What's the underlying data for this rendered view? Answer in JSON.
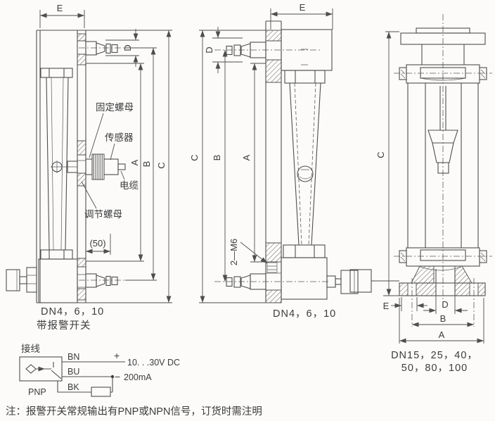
{
  "colors": {
    "line": "#4e4e4e",
    "text": "#3c3c3c",
    "background": "#fcfbfa"
  },
  "drawing1": {
    "dims": {
      "e": "E",
      "d": "D",
      "a": "A",
      "b": "B",
      "c": "C",
      "ref50": "(50)"
    },
    "parts": {
      "fixing_nut": "固定螺母",
      "sensor": "传感器",
      "cable": "电缆",
      "adjusting_nut": "调节螺母"
    },
    "caption": "DN4，6，10",
    "subcaption": "带报警开关"
  },
  "drawing2": {
    "dims": {
      "e": "E",
      "d": "D",
      "a": "A",
      "b": "B",
      "c": "C"
    },
    "thread_note": "2—M6",
    "caption": "DN4，6，10"
  },
  "drawing3": {
    "dims": {
      "e": "E",
      "d": "D",
      "a": "A",
      "b": "B",
      "c": "C"
    },
    "caption_line1": "DN15，25，40，",
    "caption_line2": "50，80，100"
  },
  "wiring": {
    "title": "接线",
    "switch_type": "PNP",
    "wire_bn": "BN",
    "wire_bu": "BU",
    "wire_bk": "BK",
    "plus": "+",
    "minus": "−",
    "supply": "10. . .30V DC",
    "load": "200mA"
  },
  "footnote": "注：报警开关常规输出有PNP或NPN信号，订货时需注明"
}
